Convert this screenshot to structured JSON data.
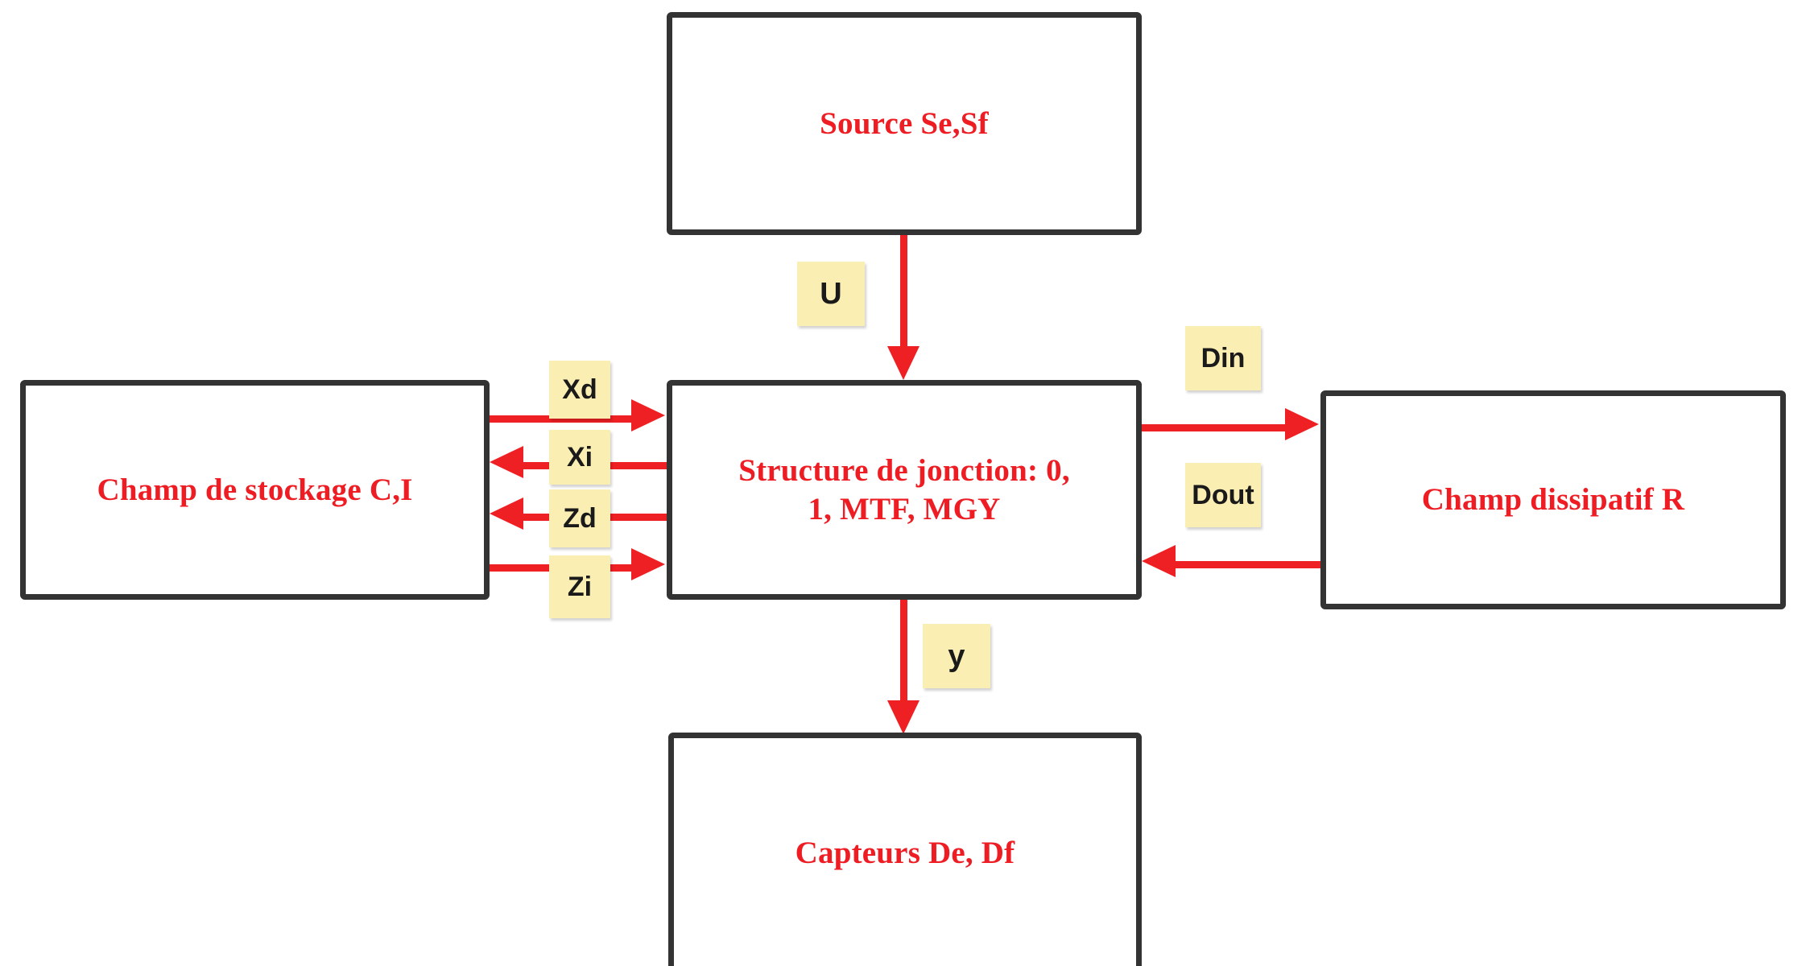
{
  "diagram": {
    "title": "Bond graph structure diagram",
    "colors": {
      "node_border": "#333333",
      "node_text": "#ee1c23",
      "connector": "#ef2024",
      "tag_background": "#fbeeb2",
      "tag_text": "#1a1a1a",
      "canvas": "#ffffff"
    },
    "nodes": [
      {
        "id": "source",
        "label": "Source Se,Sf"
      },
      {
        "id": "storage",
        "label": "Champ de stockage C,I"
      },
      {
        "id": "junction",
        "label": "Structure de jonction: 0, 1, MTF, MGY"
      },
      {
        "id": "dissip",
        "label": "Champ dissipatif R"
      },
      {
        "id": "sensors",
        "label": "Capteurs De, Df"
      }
    ],
    "connections": [
      {
        "id": "u",
        "label": "U",
        "from": "source",
        "to": "junction",
        "direction": "down"
      },
      {
        "id": "xd",
        "label": "Xd",
        "from": "storage",
        "to": "junction",
        "direction": "right"
      },
      {
        "id": "xi",
        "label": "Xi",
        "from": "junction",
        "to": "storage",
        "direction": "left"
      },
      {
        "id": "zd",
        "label": "Zd",
        "from": "junction",
        "to": "storage",
        "direction": "left"
      },
      {
        "id": "zi",
        "label": "Zi",
        "from": "storage",
        "to": "junction",
        "direction": "right"
      },
      {
        "id": "din",
        "label": "Din",
        "from": "junction",
        "to": "dissip",
        "direction": "right"
      },
      {
        "id": "dout",
        "label": "Dout",
        "from": "dissip",
        "to": "junction",
        "direction": "left"
      },
      {
        "id": "y",
        "label": "y",
        "from": "junction",
        "to": "sensors",
        "direction": "down"
      }
    ]
  }
}
